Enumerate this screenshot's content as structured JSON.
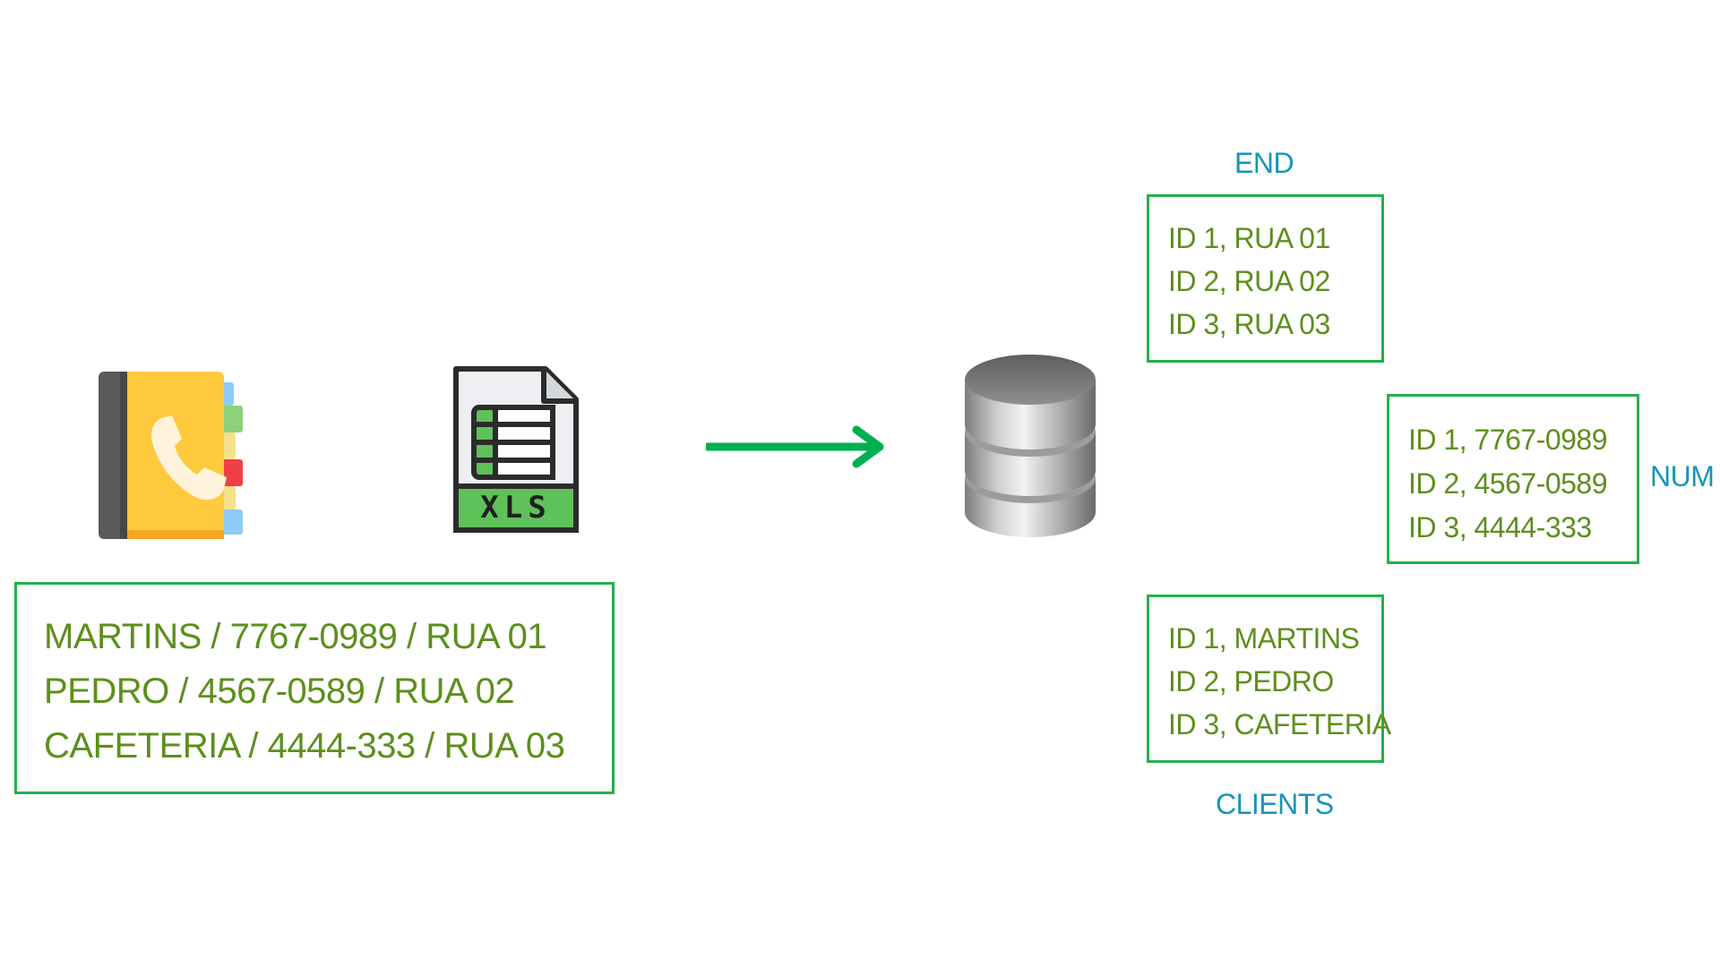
{
  "source": {
    "rows": [
      "MARTINS / 7767-0989 / RUA 01",
      "PEDRO / 4567-0589 / RUA 02",
      "CAFETERIA / 4444-333 / RUA 03"
    ]
  },
  "icons": {
    "phonebook": "phone-book-icon",
    "spreadsheet": "xls-file-icon",
    "spreadsheet_text": "XLS",
    "arrow": "right-arrow-icon",
    "database": "database-icon"
  },
  "tables": {
    "end": {
      "label": "END",
      "rows": [
        "ID 1, RUA 01",
        "ID 2, RUA 02",
        "ID 3, RUA 03"
      ]
    },
    "num": {
      "label": "NUM",
      "rows": [
        "ID 1, 7767-0989",
        "ID 2, 4567-0589",
        "ID 3, 4444-333"
      ]
    },
    "clients": {
      "label": "CLIENTS",
      "rows": [
        "ID 1, MARTINS",
        "ID 2, PEDRO",
        "ID 3, CAFETERIA"
      ]
    }
  },
  "colors": {
    "box_border": "#22b14c",
    "row_text": "#5d8f1c",
    "label_text": "#1795b8",
    "arrow": "#00b050"
  }
}
